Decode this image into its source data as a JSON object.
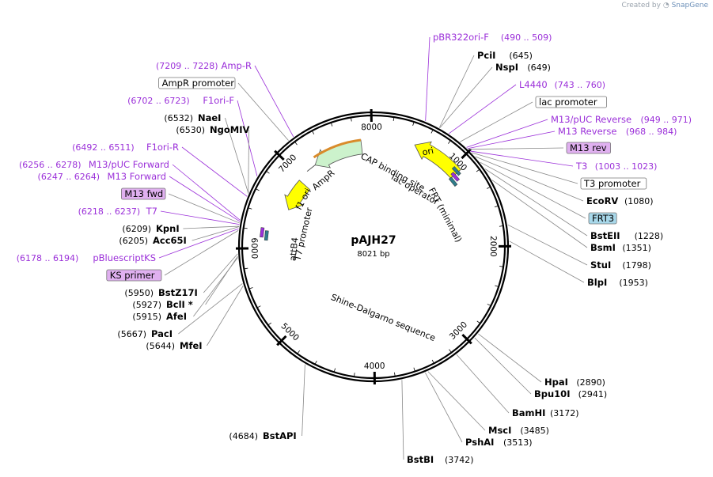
{
  "credit": {
    "prefix": "Created by",
    "brand": "SnapGene"
  },
  "plasmid": {
    "name": "pAJH27",
    "length_label": "8021 bp",
    "length": 8021
  },
  "ticks": [
    {
      "label": "1000",
      "pos": 1000
    },
    {
      "label": "2000",
      "pos": 2000
    },
    {
      "label": "3000",
      "pos": 3000
    },
    {
      "label": "4000",
      "pos": 4000
    },
    {
      "label": "5000",
      "pos": 5000
    },
    {
      "label": "6000",
      "pos": 6000
    },
    {
      "label": "7000",
      "pos": 7000
    },
    {
      "label": "8000",
      "pos": 8000
    }
  ],
  "features": [
    {
      "name": "ori",
      "start": 490,
      "end": 1080,
      "type": "origin",
      "direction": "reverse",
      "color": "#ffff00"
    },
    {
      "name": "AmpR",
      "start": 7229,
      "end": 7870,
      "type": "cds",
      "direction": "reverse",
      "color": "#ccf2cc"
    },
    {
      "name": "AmpR promoter",
      "start": 7100,
      "end": 7228,
      "type": "promoter",
      "color": "#ffffff"
    },
    {
      "name": "f1 ori",
      "start": 6540,
      "end": 6950,
      "type": "origin",
      "direction": "reverse",
      "color": "#ffff00"
    }
  ],
  "inner_labels": [
    "CAP binding site",
    "lac operator",
    "FRT (minimal)",
    "f1 ori",
    "AmpR",
    "T7 promoter",
    "attB4",
    "Shine-Dalgarno sequence"
  ],
  "labels_right": [
    {
      "name": "pBR322ori-F",
      "range": "(490 .. 509)",
      "kind": "primer"
    },
    {
      "name": "PciI",
      "pos": "(645)",
      "kind": "site"
    },
    {
      "name": "NspI",
      "pos": "(649)",
      "kind": "site"
    },
    {
      "name": "L4440",
      "range": "(743 .. 760)",
      "kind": "primer"
    },
    {
      "name": "lac promoter",
      "kind": "feature-box"
    },
    {
      "name": "M13/pUC Reverse",
      "range": "(949 .. 971)",
      "kind": "primer"
    },
    {
      "name": "M13 Reverse",
      "range": "(968 .. 984)",
      "kind": "primer"
    },
    {
      "name": "M13 rev",
      "kind": "primer-box"
    },
    {
      "name": "T3",
      "range": "(1003 .. 1023)",
      "kind": "primer"
    },
    {
      "name": "T3 promoter",
      "kind": "feature-box"
    },
    {
      "name": "EcoRV",
      "pos": "(1080)",
      "kind": "site"
    },
    {
      "name": "FRT3",
      "kind": "frt-box"
    },
    {
      "name": "BstEII",
      "pos": "(1228)",
      "kind": "site"
    },
    {
      "name": "BsmI",
      "pos": "(1351)",
      "kind": "site"
    },
    {
      "name": "StuI",
      "pos": "(1798)",
      "kind": "site"
    },
    {
      "name": "BlpI",
      "pos": "(1953)",
      "kind": "site"
    },
    {
      "name": "HpaI",
      "pos": "(2890)",
      "kind": "site"
    },
    {
      "name": "Bpu10I",
      "pos": "(2941)",
      "kind": "site"
    },
    {
      "name": "BamHI",
      "pos": "(3172)",
      "kind": "site"
    },
    {
      "name": "MscI",
      "pos": "(3485)",
      "kind": "site"
    },
    {
      "name": "PshAI",
      "pos": "(3513)",
      "kind": "site"
    },
    {
      "name": "BstBI",
      "pos": "(3742)",
      "kind": "site"
    }
  ],
  "labels_left": [
    {
      "name": "Amp-R",
      "range": "(7209 .. 7228)",
      "kind": "primer"
    },
    {
      "name": "AmpR promoter",
      "kind": "feature-box"
    },
    {
      "name": "F1ori-F",
      "range": "(6702 .. 6723)",
      "kind": "primer"
    },
    {
      "name": "NaeI",
      "pos": "(6532)",
      "kind": "site"
    },
    {
      "name": "NgoMIV",
      "pos": "(6530)",
      "kind": "site"
    },
    {
      "name": "F1ori-R",
      "range": "(6492 .. 6511)",
      "kind": "primer"
    },
    {
      "name": "M13/pUC Forward",
      "range": "(6256 .. 6278)",
      "kind": "primer"
    },
    {
      "name": "M13 Forward",
      "range": "(6247 .. 6264)",
      "kind": "primer"
    },
    {
      "name": "M13 fwd",
      "kind": "primer-box"
    },
    {
      "name": "T7",
      "range": "(6218 .. 6237)",
      "kind": "primer"
    },
    {
      "name": "KpnI",
      "pos": "(6209)",
      "kind": "site"
    },
    {
      "name": "Acc65I",
      "pos": "(6205)",
      "kind": "site"
    },
    {
      "name": "pBluescriptKS",
      "range": "(6178 .. 6194)",
      "kind": "primer"
    },
    {
      "name": "KS primer",
      "kind": "primer-box"
    },
    {
      "name": "BstZ17I",
      "pos": "(5950)",
      "kind": "site"
    },
    {
      "name": "BclI *",
      "pos": "(5927)",
      "kind": "site"
    },
    {
      "name": "AfeI",
      "pos": "(5915)",
      "kind": "site"
    },
    {
      "name": "PacI",
      "pos": "(5667)",
      "kind": "site"
    },
    {
      "name": "MfeI",
      "pos": "(5644)",
      "kind": "site"
    },
    {
      "name": "BstAPI",
      "pos": "(4684)",
      "kind": "site"
    }
  ],
  "colors": {
    "primer": "#9b30d9",
    "site": "#000000",
    "primer_box": "#e0b0f0",
    "frt_box": "#a8d8ea",
    "leader": "#888888",
    "ring": "#000000"
  }
}
